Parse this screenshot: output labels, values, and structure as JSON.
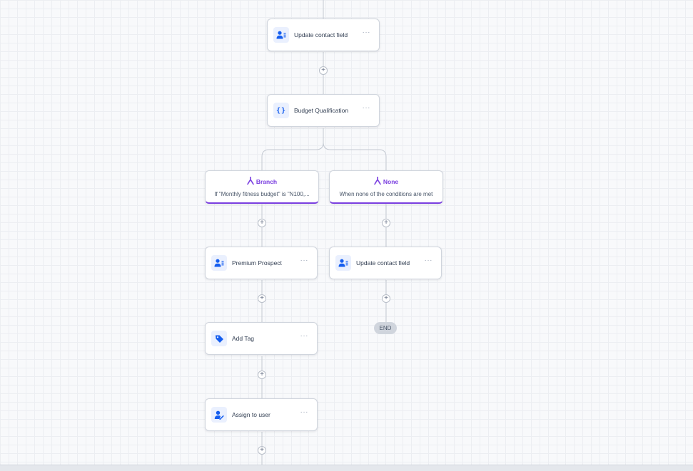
{
  "workflow": {
    "nodes": {
      "update_contact_field_top": {
        "label": "Update contact field",
        "icon": "contact-field-icon",
        "menu": "···"
      },
      "budget_qualification": {
        "label": "Budget Qualification",
        "icon": "braces-icon",
        "icon_text": "{}",
        "menu": "···"
      },
      "premium_prospect": {
        "label": "Premium Prospect",
        "icon": "contact-field-icon",
        "menu": "···"
      },
      "update_contact_field_none": {
        "label": "Update contact field",
        "icon": "contact-field-icon",
        "menu": "···"
      },
      "add_tag": {
        "label": "Add Tag",
        "icon": "tag-icon",
        "menu": "···"
      },
      "assign_to_user": {
        "label": "Assign to user",
        "icon": "assign-user-icon",
        "menu": "···"
      }
    },
    "branches": {
      "branch": {
        "title": "Branch",
        "description": "If \"Monthly fitness budget\" is \"N100,...",
        "icon": "branch-icon"
      },
      "none": {
        "title": "None",
        "description": "When none of the conditions are met",
        "icon": "branch-icon"
      }
    },
    "add_step_symbol": "+",
    "end_label": "END"
  },
  "colors": {
    "accent": "#155eef",
    "branch_accent": "#7a3ee0",
    "connector": "#c4c9d2",
    "end_pill": "#d0d5dd"
  }
}
